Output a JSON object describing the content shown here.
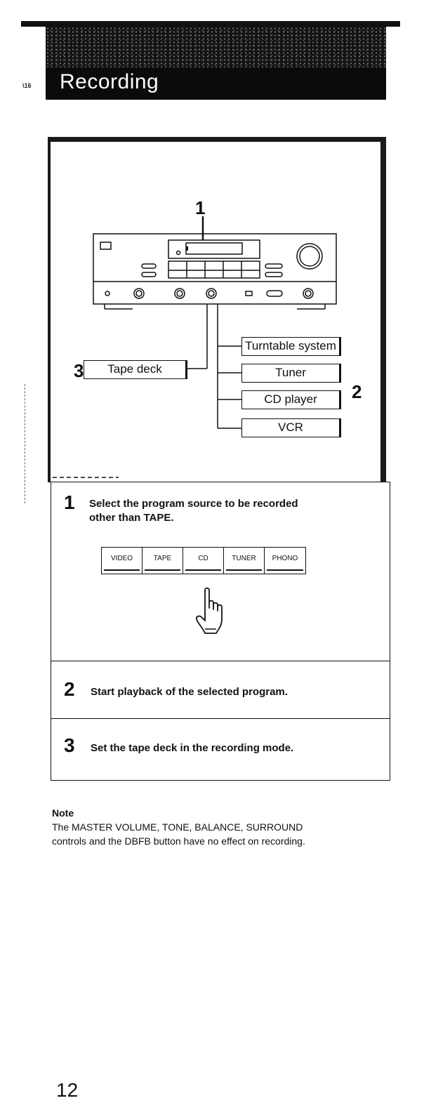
{
  "header": {
    "marker": "\\16",
    "title": "Recording"
  },
  "diagram": {
    "step_markers": [
      "1",
      "2",
      "3"
    ],
    "tape_deck_label": "Tape deck",
    "sources": [
      "Turntable system",
      "Tuner",
      "CD player",
      "VCR"
    ]
  },
  "steps": [
    {
      "number": "1",
      "text_line1": "Select the program source to be recorded",
      "text_line2": "other than TAPE.",
      "buttons": [
        "VIDEO",
        "TAPE",
        "CD",
        "TUNER",
        "PHONO"
      ],
      "icon": "hand-pointer-icon"
    },
    {
      "number": "2",
      "text": "Start playback of the selected program."
    },
    {
      "number": "3",
      "text": "Set the tape deck in the recording mode."
    }
  ],
  "note": {
    "heading": "Note",
    "line1": "The MASTER VOLUME, TONE, BALANCE, SURROUND",
    "line2": "controls and the DBFB button have no effect on recording."
  },
  "page_number": "12"
}
